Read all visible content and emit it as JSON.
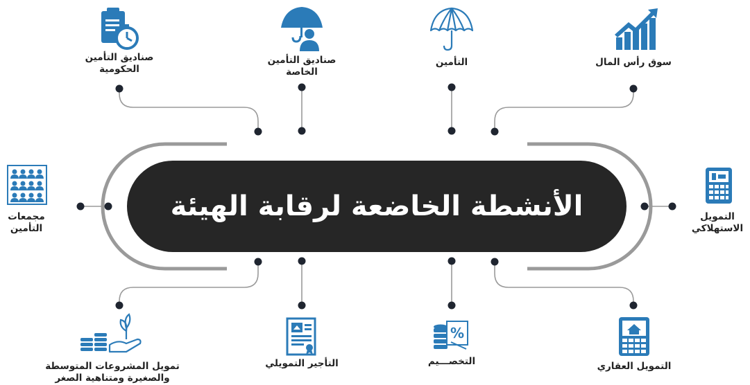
{
  "center_title": "الأنشطة الخاضعة لرقابة الهيئة",
  "colors": {
    "pill": "#262626",
    "icon": "#2b7bb8",
    "wire": "#9a9a9a",
    "dot": "#1f2530"
  },
  "activities": {
    "capital_market": {
      "label": "سوق رأس المال",
      "icon": "rising-bar-chart-icon"
    },
    "insurance": {
      "label": "التأمين",
      "icon": "umbrella-icon"
    },
    "private_funds": {
      "label_1": "صناديق التأمين",
      "label_2": "الخاصة",
      "icon": "umbrella-person-icon"
    },
    "government_funds": {
      "label_1": "صناديق التأمين",
      "label_2": "الحكومية",
      "icon": "clipboard-stopwatch-icon"
    },
    "insurance_pools": {
      "label_1": "مجمعات",
      "label_2": "التأمين",
      "icon": "people-grid-icon"
    },
    "consumer_finance": {
      "label_1": "التمويل",
      "label_2": "الاستهلاكي",
      "icon": "calculator-icon"
    },
    "real_estate": {
      "label": "التمويل العقاري",
      "icon": "house-calculator-icon"
    },
    "factoring": {
      "label": "التخصـــيم",
      "icon": "coins-percent-icon"
    },
    "leasing": {
      "label": "التأجير التمويلي",
      "icon": "contract-document-icon"
    },
    "msme": {
      "label_1": "تمويل المشروعات المتوسطة",
      "label_2": "والصغيرة ومتناهية الصغر",
      "icon": "hand-coins-plant-icon"
    }
  }
}
